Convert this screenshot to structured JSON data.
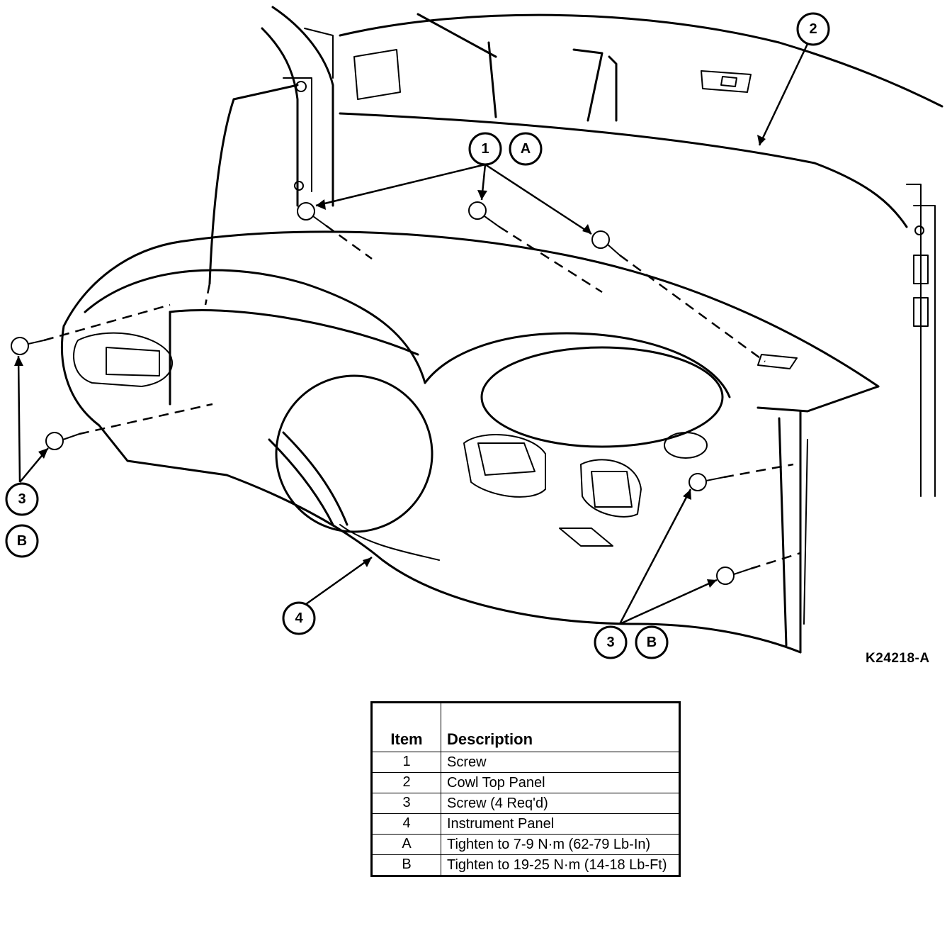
{
  "figure_id": "K24218-A",
  "callouts": {
    "c1": "1",
    "cA_top": "A",
    "c2": "2",
    "c3_left": "3",
    "cB_left": "B",
    "c4": "4",
    "c3_right": "3",
    "cB_right": "B"
  },
  "legend": {
    "headers": {
      "item": "Item",
      "description": "Description"
    },
    "rows": [
      {
        "item": "1",
        "description": "Screw"
      },
      {
        "item": "2",
        "description": "Cowl Top Panel"
      },
      {
        "item": "3",
        "description": "Screw (4 Req'd)"
      },
      {
        "item": "4",
        "description": "Instrument Panel"
      },
      {
        "item": "A",
        "description": "Tighten to 7-9 N·m (62-79 Lb-In)"
      },
      {
        "item": "B",
        "description": "Tighten to  19-25 N·m (14-18 Lb-Ft)"
      }
    ]
  }
}
